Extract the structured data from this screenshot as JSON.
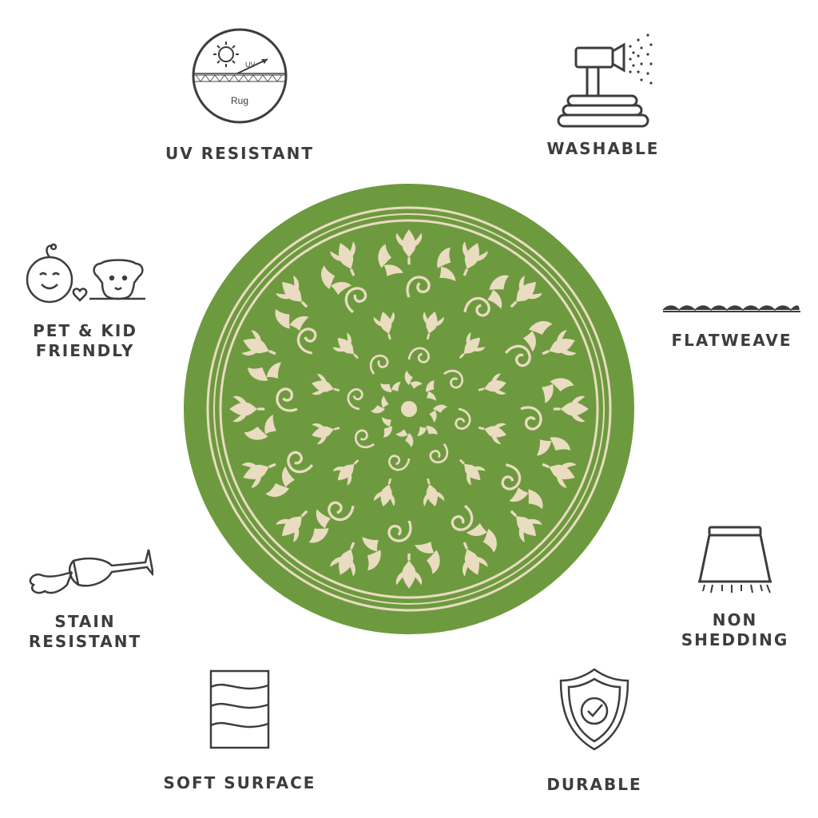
{
  "colors": {
    "rug_green": "#6e9a3f",
    "rug_cream": "#e9dcc0",
    "icon_stroke": "#3d3d3d",
    "text": "#3d3d3d"
  },
  "features": {
    "uv": {
      "icon": "sun-uv-icon",
      "icon_text": "Rug",
      "icon_uv": "UV",
      "label": "UV RESISTANT"
    },
    "washable": {
      "icon": "hose-nozzle-icon",
      "label": "WASHABLE"
    },
    "pet_kid": {
      "icon": "baby-dog-icon",
      "label_line1": "PET & KID",
      "label_line2": "FRIENDLY"
    },
    "flatweave": {
      "icon": "flatweave-icon",
      "label": "FLATWEAVE"
    },
    "stain": {
      "icon": "spilled-glass-icon",
      "label_line1": "STAIN",
      "label_line2": "RESISTANT"
    },
    "non_shedding": {
      "icon": "lampshade-icon",
      "label_line1": "NON",
      "label_line2": "SHEDDING"
    },
    "soft": {
      "icon": "waves-icon",
      "label": "SOFT SURFACE"
    },
    "durable": {
      "icon": "shield-check-icon",
      "label": "DURABLE"
    }
  },
  "product": {
    "image": "round-green-rug"
  }
}
